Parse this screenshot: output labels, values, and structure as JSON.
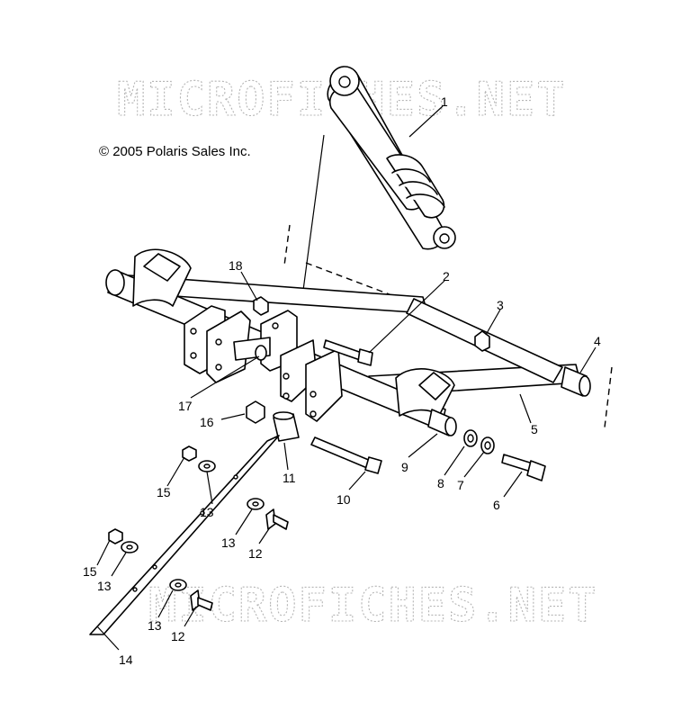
{
  "watermark_text": "MICROFICHES.NET",
  "copyright": "© 2005 Polaris Sales Inc.",
  "callouts": [
    "1",
    "2",
    "3",
    "4",
    "5",
    "6",
    "7",
    "8",
    "9",
    "10",
    "11",
    "12",
    "12",
    "13",
    "13",
    "13",
    "13",
    "14",
    "15",
    "15",
    "16",
    "17",
    "18"
  ]
}
